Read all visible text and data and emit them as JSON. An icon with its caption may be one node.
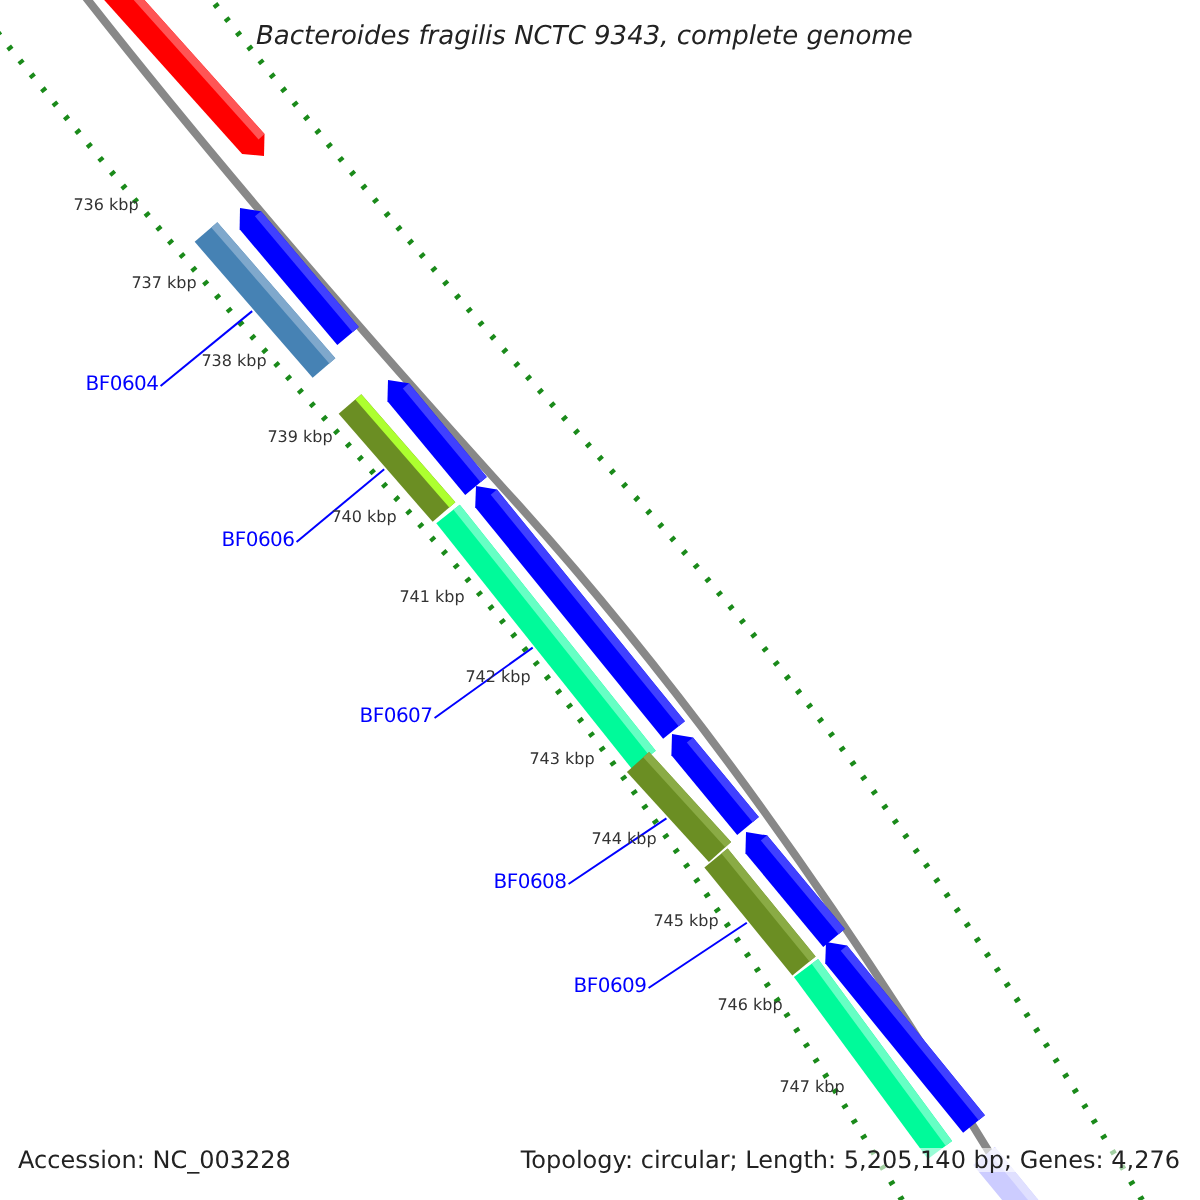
{
  "diagram": {
    "title": "Bacteroides fragilis NCTC 9343, complete genome",
    "nodes": [
      {
        "text": [
          "BF0604"
        ]
      },
      {
        "text": [],
        "shape": "bar"
      },
      {
        "text": [
          "BF0606"
        ]
      },
      {
        "text": [],
        "shape": "bar"
      },
      {
        "text": [
          "BF0607"
        ]
      },
      {
        "text": [],
        "shape": "bar"
      },
      {
        "text": [
          "BF0608"
        ]
      },
      {
        "text": [],
        "shape": "bar"
      },
      {
        "text": [
          "BF0609"
        ]
      },
      {
        "text": [],
        "shape": "bar"
      }
    ],
    "edges": [
      {
        "from": 0,
        "to": 1,
        "arrow": "none"
      },
      {
        "from": 2,
        "to": 3,
        "arrow": "none"
      },
      {
        "from": 4,
        "to": 5,
        "arrow": "none"
      },
      {
        "from": 6,
        "to": 7,
        "arrow": "none"
      },
      {
        "from": 8,
        "to": 9,
        "arrow": "none"
      }
    ],
    "labels": [
      "736 kbp",
      "737 kbp",
      "738 kbp",
      "739 kbp",
      "740 kbp",
      "741 kbp",
      "742 kbp",
      "743 kbp",
      "744 kbp",
      "745 kbp",
      "746 kbp",
      "747 kbp",
      "Accession: NC_003228",
      "Topology: circular; Length: 5,205,140 bp; Genes: 4,276"
    ]
  }
}
